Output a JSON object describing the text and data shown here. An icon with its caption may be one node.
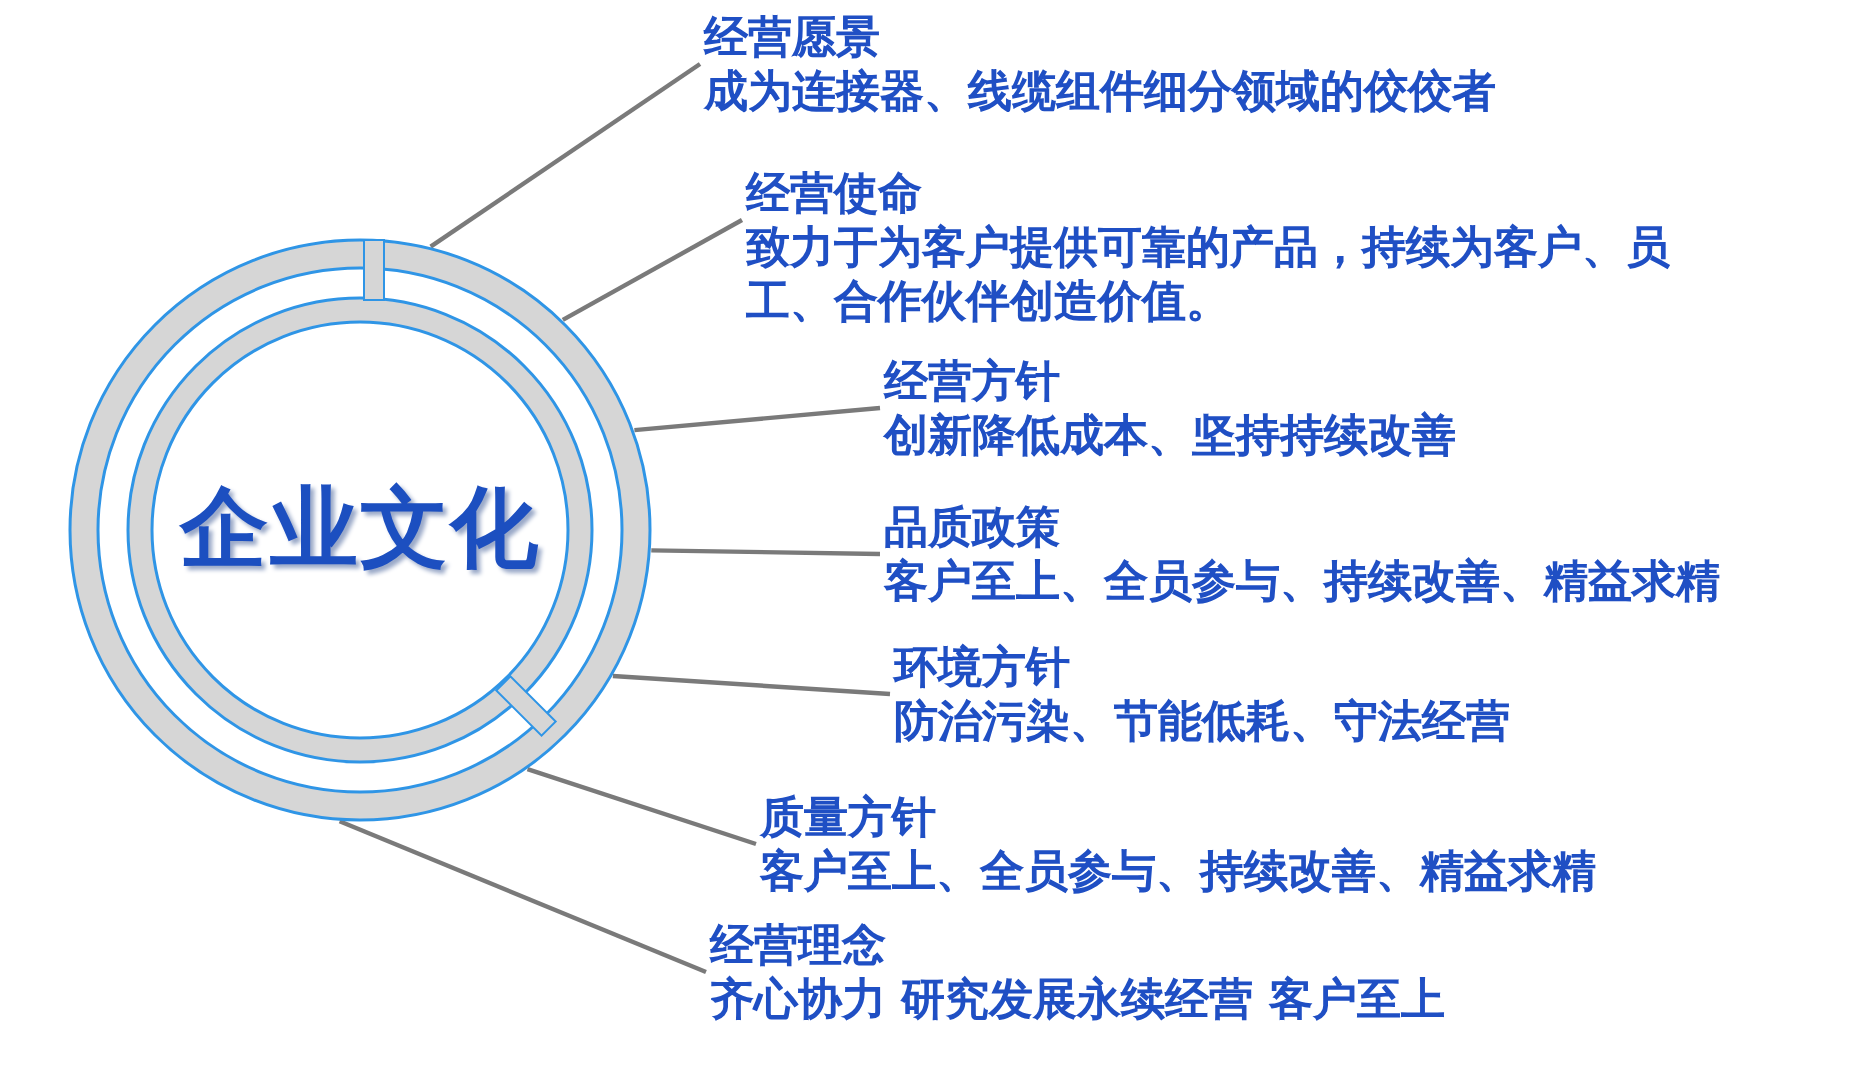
{
  "diagram": {
    "nodes": [
      {
        "text": [
          "企业文化"
        ]
      },
      {
        "text": [
          "经营愿景",
          "成为连接器、线缆组件细分领域的佼佼者"
        ]
      },
      {
        "text": [
          "经营使命",
          "致力于为客户提供可靠的产品，持续为客户、员工、合作伙伴创造价值。"
        ]
      },
      {
        "text": [
          "经营方针",
          "创新降低成本、坚持持续改善"
        ]
      },
      {
        "text": [
          "品质政策",
          "客户至上、全员参与、持续改善、精益求精"
        ]
      },
      {
        "text": [
          "环境方针",
          "防治污染、节能低耗、守法经营"
        ]
      },
      {
        "text": [
          "质量方针",
          "客户至上、全员参与、持续改善、精益求精"
        ]
      },
      {
        "text": [
          "经营理念",
          "齐心协力 研究发展永续经营 客户至上"
        ]
      }
    ],
    "edges": [
      {
        "from": 1,
        "to": 0,
        "arrow": "none"
      },
      {
        "from": 2,
        "to": 0,
        "arrow": "none"
      },
      {
        "from": 3,
        "to": 0,
        "arrow": "none"
      },
      {
        "from": 4,
        "to": 0,
        "arrow": "none"
      },
      {
        "from": 5,
        "to": 0,
        "arrow": "none"
      },
      {
        "from": 6,
        "to": 0,
        "arrow": "none"
      },
      {
        "from": 7,
        "to": 0,
        "arrow": "none"
      }
    ]
  }
}
